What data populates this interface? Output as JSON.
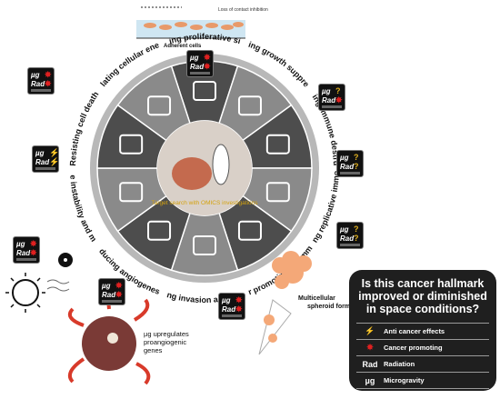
{
  "wheel": {
    "segments": [
      {
        "label": "Sustaining proliferative signaling"
      },
      {
        "label": "Evading growth suppressors"
      },
      {
        "label": "Avoiding immune destruction"
      },
      {
        "label": "Enabling replicative immortality"
      },
      {
        "label": "Tumor promoting inflammation"
      },
      {
        "label": "Activating invasion and metastasis"
      },
      {
        "label": "Inducing angiogenesis"
      },
      {
        "label": "Genome instability and mutation"
      },
      {
        "label": "Resisting cell death"
      },
      {
        "label": "Deregulating cellular energetics"
      }
    ],
    "center_caption": "Target search with OMICS investigations"
  },
  "top_panel": {
    "adherent_label": "Adherent cells",
    "loss_label": "Loss of contact inhibition"
  },
  "spheroid_label": "Multicellular spheroid formation",
  "angio_note": "µg upregulates proangiogenic genes",
  "badge_rows": {
    "mu": "µg",
    "rad": "Rad"
  },
  "legend": {
    "question": "Is this cancer hallmark improved or diminished in space conditions?",
    "items": [
      {
        "symbol": "lightning-icon",
        "text": "Anti cancer effects"
      },
      {
        "symbol": "red-star-icon",
        "text": "Cancer promoting"
      },
      {
        "symbol": "Rad",
        "text": "Radiation"
      },
      {
        "symbol": "µg",
        "text": "Microgravity"
      }
    ]
  },
  "colors": {
    "wheel_dark": "#4d4d4d",
    "wheel_light": "#8a8a8a",
    "ring": "#b8b8b8",
    "promoting": "#e02020",
    "anti": "#7cc52c",
    "unknown": "#e0b020"
  }
}
